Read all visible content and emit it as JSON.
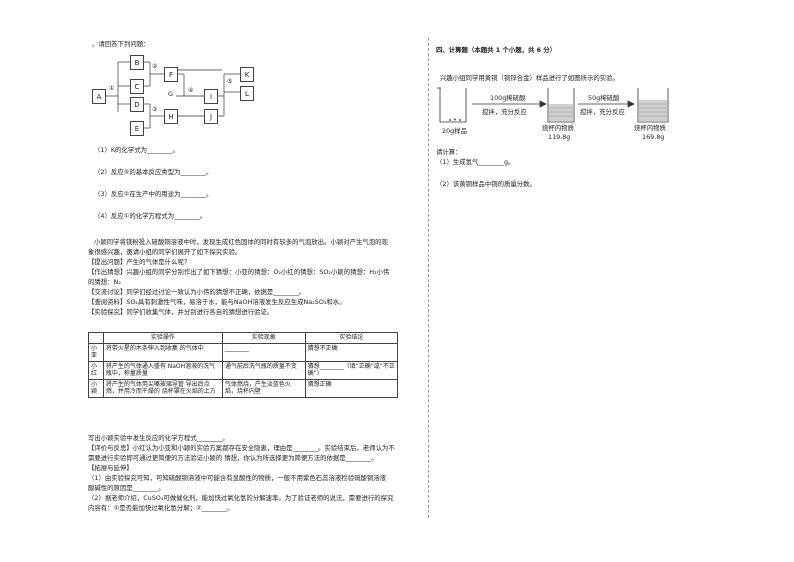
{
  "left": {
    "intro": "。请回答下列问题：",
    "diagram": {
      "boxes": [
        "A",
        "B",
        "C",
        "D",
        "E",
        "F",
        "G",
        "H",
        "I",
        "J",
        "K",
        "L"
      ],
      "circled": [
        "①",
        "②",
        "③",
        "④",
        "⑤"
      ]
    },
    "questions": [
      "（1）K的化学式为________。",
      "（2）反应⑤的基本反应类型为________。",
      "（3）反应②在生产中的用途为________。",
      "（4）反应①的化学方程式为________。"
    ],
    "para1": [
      "小颖同学将镁粉投入硫酸铜溶液中时，发现生成红色固体的同时有较多的气泡放出。小颖对产生气泡的现",
      "象很感兴趣，邀请小组的同学们展开了如下探究实验。",
      "【提出问题】产生的气体是什么呢？",
      "【作出猜想】兴趣小组的同学分别作出了如下猜想：小亚的猜想：O₂小红的猜想：SO₂小颖的猜想：H₂小伟",
      "的猜想：N₂",
      "【交流讨论】同学们经过讨论一致认为小伟的猜想不正确，依据是________。",
      "【查阅资料】SO₂具有刺激性气味，易溶于水，能与NaOH溶液发生反应生成Na₂SO₃和水。",
      "【实验探究】同学们收集气体，并分别进行各自的猜想进行验证。"
    ],
    "table": {
      "headers": [
        "实验操作",
        "实验现象",
        "实验结论"
      ],
      "rows": [
        {
          "who": "小亚",
          "op": "将带火星的木条伸入到收集 的气体中",
          "phen": "________",
          "concl": "猜想不正确"
        },
        {
          "who": "小红",
          "op": "将产生的气体通入盛有 NaOH溶液的洗气瓶中，称量质量",
          "phen": "通气前后洗气瓶的质量不变",
          "concl": "猜想________（填“正确”或“不正确”）"
        },
        {
          "who": "小颖",
          "op": "将产生的气体用尖嘴玻璃导管 导出后点燃，并用冷而干燥的 烧杯罩在火焰的上方",
          "phen": "气体燃烧，产生淡蓝色火焰，烧杯内壁",
          "concl": "猜想正确"
        }
      ]
    },
    "para2": [
      "写出小颖实验中发生反应的化学方程式________。",
      "【评价与反思】小红认为小亚和小颖的实验方案都存在安全隐患，理由是________。实验结束后，老师认为不",
      "需要进行实验即可通过更简便的方法验证小颖的 猜想，你认为所选择更为简便方法的依据是________。",
      "【拓展与延伸】",
      "（1）由实验探究可知，可知硫酸铜溶液中可能含有显酸性的物质，一般不用紫色石蕊溶液检验硫酸铜溶液",
      "酸碱性的原因是________。",
      "（2）据老师介绍，CuSO₄可做催化剂，能加快过氧化氢的分解速率。为了验证老师的说法，需要进行的探究",
      "内容有：①是否能加快过氧化氢分解；②________。"
    ]
  },
  "right": {
    "section_title": "四、计算题（本题共 1 个小题，共 6 分）",
    "intro": "兴趣小组同学用黄铜（铜锌合金）样品进行了如图所示的实验。",
    "beakers": {
      "b1_label": "20g样品",
      "arrow1_top": "100g稀硫酸",
      "arrow1_bottom": "搅拌，充分反应",
      "b2_label": "烧杯内物质",
      "b2_mass": "119.8g",
      "arrow2_top": "50g稀硫酸",
      "arrow2_bottom": "搅拌，充分反应",
      "b3_label": "烧杯内物质",
      "b3_mass": "169.8g"
    },
    "calc_title": "请计算：",
    "q1": "（1）生成氢气________g。",
    "q2": "（2）该黄铜样品中铜的质量分数。"
  }
}
